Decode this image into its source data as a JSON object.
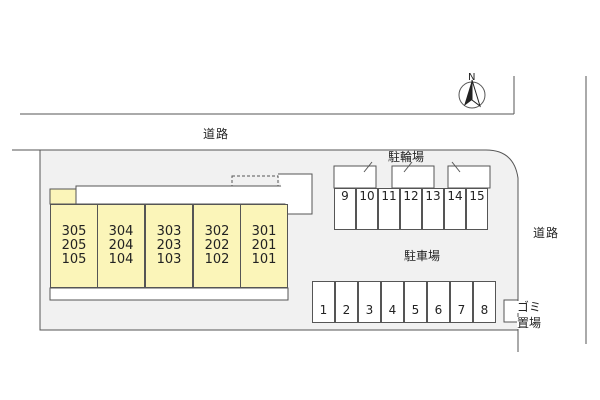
{
  "north_label": "N",
  "road_top_label": "道路",
  "road_right_label": "道路",
  "bicycle_parking_label": "駐輪場",
  "car_parking_label": "駐車場",
  "garbage_label_line1": "ゴミ",
  "garbage_label_line2": "置場",
  "units": [
    {
      "col": "305",
      "rows": [
        "305",
        "205",
        "105"
      ]
    },
    {
      "col": "304",
      "rows": [
        "304",
        "204",
        "104"
      ]
    },
    {
      "col": "303",
      "rows": [
        "303",
        "203",
        "103"
      ]
    },
    {
      "col": "302",
      "rows": [
        "302",
        "202",
        "102"
      ]
    },
    {
      "col": "301",
      "rows": [
        "301",
        "201",
        "101"
      ]
    }
  ],
  "bicycle_stalls": [
    "9",
    "10",
    "11",
    "12",
    "13",
    "14",
    "15"
  ],
  "car_stalls": [
    "1",
    "2",
    "3",
    "4",
    "5",
    "6",
    "7",
    "8"
  ],
  "colors": {
    "building_fill": "#fbf5b9",
    "site_fill": "#f1f1f1",
    "line": "#555555"
  }
}
